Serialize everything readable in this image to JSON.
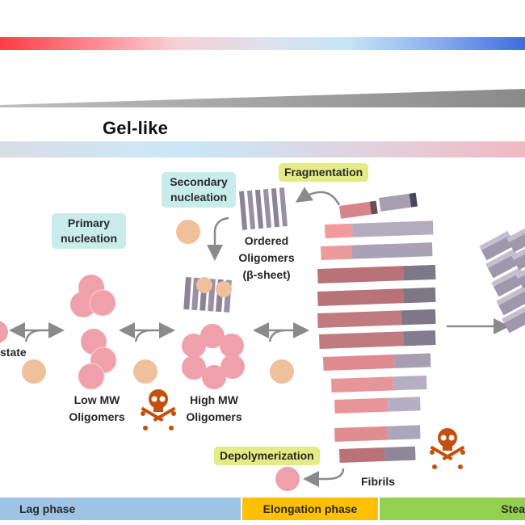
{
  "gradient_bar_top": {
    "from_color": "#ff3b45",
    "mid_color": "#c6e6fa",
    "to_color": "#3e6ddf"
  },
  "wedge": {
    "color": "#8f8f8f"
  },
  "gel_label": "Gel-like",
  "gradient_bar_middle": {
    "from_color": "#d8dde4",
    "mid_color": "#c9e7f8",
    "to_color": "#f0b8c3"
  },
  "process_tags": {
    "secondary_nucleation": "Secondary nucleation",
    "primary_nucleation": "Primary nucleation",
    "fragmentation": "Fragmentation",
    "depolymerization": "Depolymerization"
  },
  "species_labels": {
    "monomer_state": "state",
    "low_mw": [
      "Low MW",
      "Oligomers"
    ],
    "high_mw": [
      "High MW",
      "Oligomers"
    ],
    "ordered": [
      "Ordered",
      "Oligomers",
      "(β-sheet)"
    ],
    "fibrils": "Fibrils"
  },
  "icons": {
    "toxicity": "skull-crossbones-icon"
  },
  "colors": {
    "monomer_pink": "#f0a0aa",
    "monomer_tan": "#f0c09a",
    "skull": "#c4500e",
    "sheet_purple": "#8d8398",
    "arrow_gray": "#8a8a8a"
  },
  "phases": [
    {
      "label": "Lag phase",
      "color": "#9dc3e6"
    },
    {
      "label": "Elongation phase",
      "color": "#ffc000"
    },
    {
      "label": "Stea",
      "color": "#92d050"
    }
  ]
}
